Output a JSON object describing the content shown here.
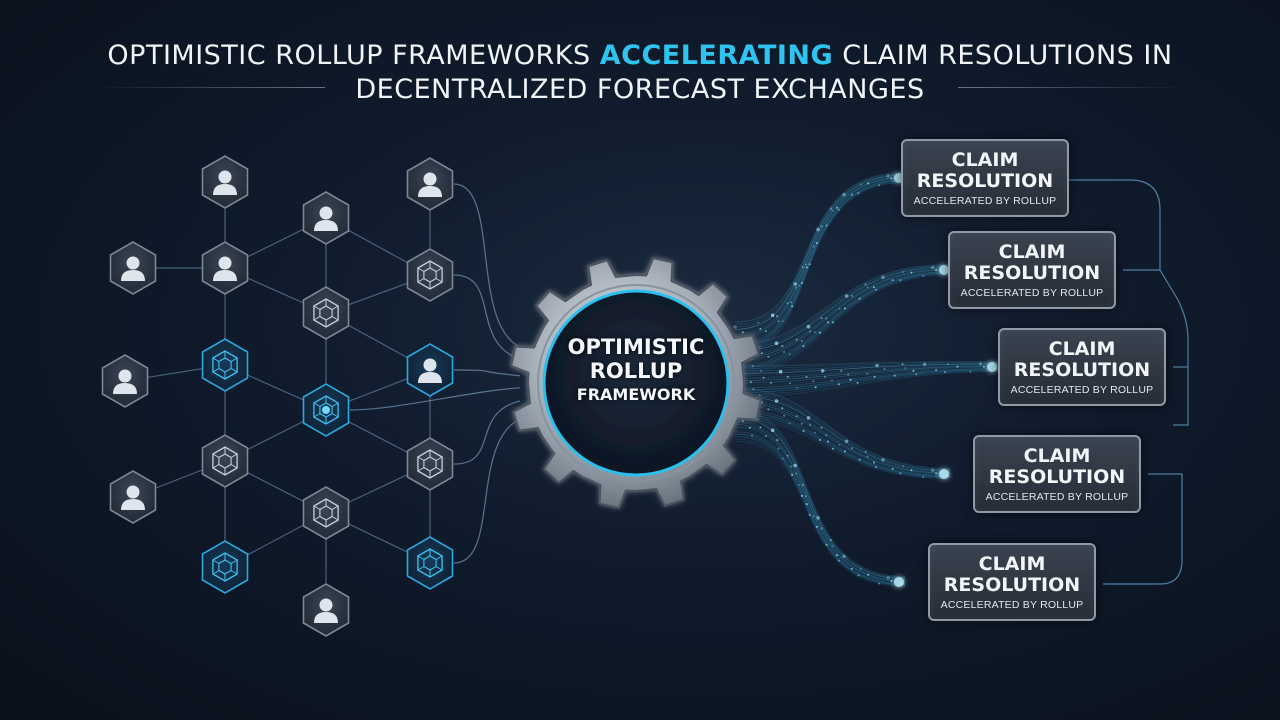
{
  "title": {
    "line1_pre": "OPTIMISTIC ROLLUP FRAMEWORKS",
    "line1_accent": "ACCELERATING",
    "line1_post": "CLAIM RESOLUTIONS IN",
    "line2": "DECENTRALIZED FORECAST EXCHANGES",
    "accent_color": "#2fc4f0"
  },
  "gear": {
    "line1": "OPTIMISTIC",
    "line2": "ROLLUP",
    "line3": "FRAMEWORK"
  },
  "cards": [
    {
      "title_line1": "CLAIM",
      "title_line2": "RESOLUTION",
      "subtitle": "ACCELERATED BY ROLLUP"
    },
    {
      "title_line1": "CLAIM",
      "title_line2": "RESOLUTION",
      "subtitle": "ACCELERATED BY ROLLUP"
    },
    {
      "title_line1": "CLAIM",
      "title_line2": "RESOLUTION",
      "subtitle": "ACCELERATED BY ROLLUP"
    },
    {
      "title_line1": "CLAIM",
      "title_line2": "RESOLUTION",
      "subtitle": "ACCELERATED BY ROLLUP"
    },
    {
      "title_line1": "CLAIM",
      "title_line2": "RESOLUTION",
      "subtitle": "ACCELERATED BY ROLLUP"
    }
  ],
  "network": {
    "node_types": [
      "user-icon",
      "validator-icon",
      "hub-icon"
    ]
  }
}
